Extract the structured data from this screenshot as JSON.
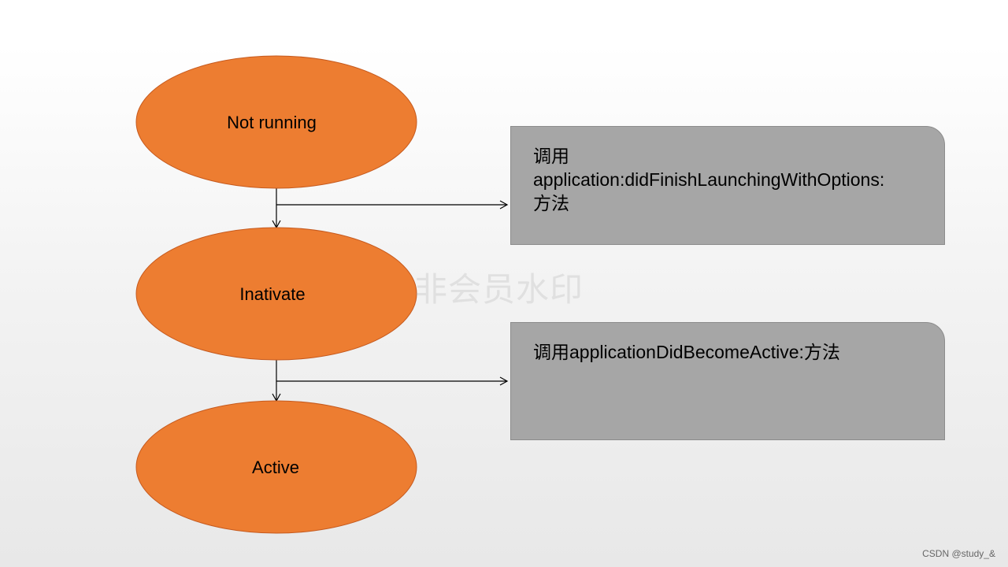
{
  "colors": {
    "state_fill": "#ED7D31",
    "state_stroke": "#C65A1E",
    "note_fill": "#A6A6A6",
    "note_border": "#8C8C8C",
    "connector": "#000000"
  },
  "states": [
    {
      "label": "Not running"
    },
    {
      "label": "Inativate"
    },
    {
      "label": "Active"
    }
  ],
  "notes": [
    {
      "lines": [
        "调用",
        "application:didFinishLaunchingWithOptions:",
        "方法"
      ]
    },
    {
      "lines": [
        "调用applicationDidBecomeActive:方法"
      ]
    }
  ],
  "transitions": [
    {
      "from": "Not running",
      "to": "Inativate",
      "note": 0
    },
    {
      "from": "Inativate",
      "to": "Active",
      "note": 1
    }
  ],
  "watermark": "非会员水印",
  "credit": "CSDN @study_&"
}
